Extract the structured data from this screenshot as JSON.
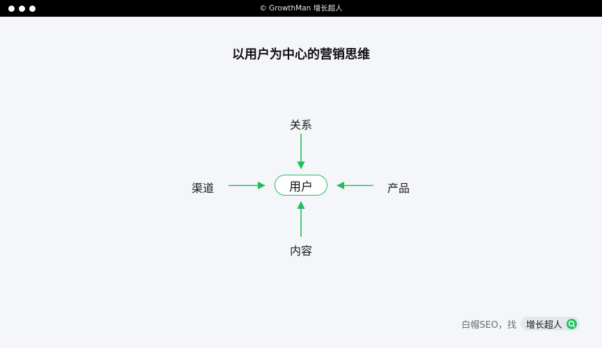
{
  "window": {
    "title": "© GrowthMan 增长超人"
  },
  "diagram": {
    "title": "以用户为中心的营销思维",
    "center": "用户",
    "top": "关系",
    "left": "渠道",
    "right": "产品",
    "bottom": "内容"
  },
  "footer": {
    "text": "白帽SEO，找",
    "brand": "增长超人",
    "icon": "search-icon"
  },
  "colors": {
    "accent": "#1fbf5f",
    "titlebar": "#000000",
    "background": "#f4f6f9"
  }
}
